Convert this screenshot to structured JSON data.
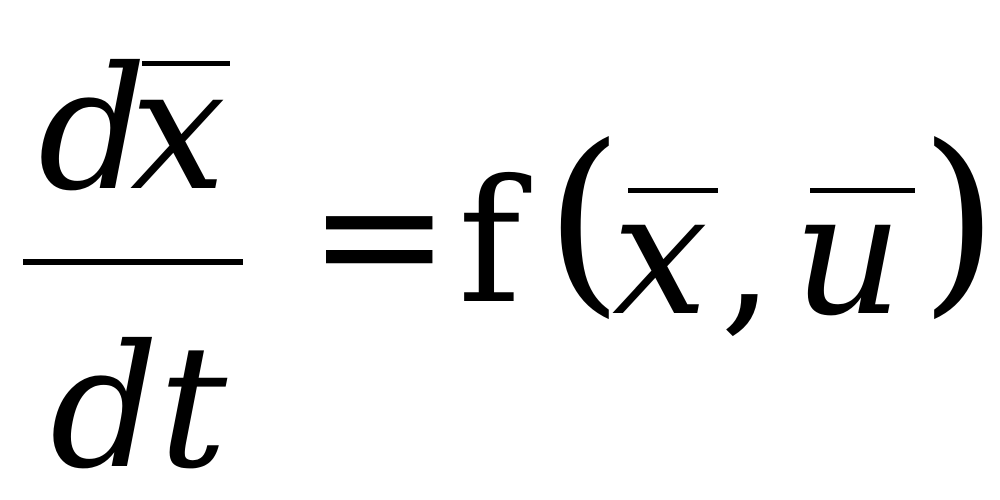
{
  "equation": {
    "numerator": {
      "d": "d",
      "variable": "x"
    },
    "denominator": "dt",
    "equals": "=",
    "function_name": "f",
    "open_paren": "(",
    "arg1": "x",
    "comma": ",",
    "arg2": "u",
    "close_paren": ")"
  }
}
